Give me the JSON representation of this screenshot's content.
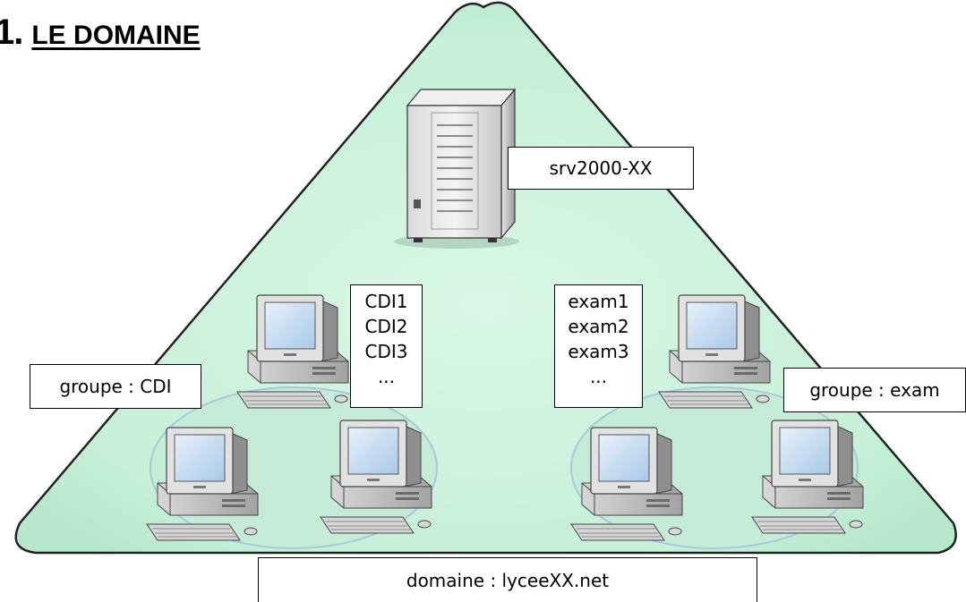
{
  "heading": {
    "number": "1.",
    "title": "LE DOMAINE"
  },
  "server": {
    "name": "srv2000-XX"
  },
  "groups": [
    {
      "label": "groupe : CDI",
      "hosts": [
        "CDI1",
        "CDI2",
        "CDI3",
        "..."
      ]
    },
    {
      "label": "groupe : exam",
      "hosts": [
        "exam1",
        "exam2",
        "exam3",
        "..."
      ]
    }
  ],
  "domain": {
    "label": "domaine : lyceeXX.net"
  },
  "colors": {
    "triangle_fill": "#c9f2dc",
    "triangle_stroke": "#000000",
    "group_ellipse_fill": "#c4ecd8",
    "group_ellipse_stroke": "#a9c8dc"
  },
  "icons": {
    "server": "server-tower-icon",
    "workstation": "desktop-computer-icon"
  }
}
